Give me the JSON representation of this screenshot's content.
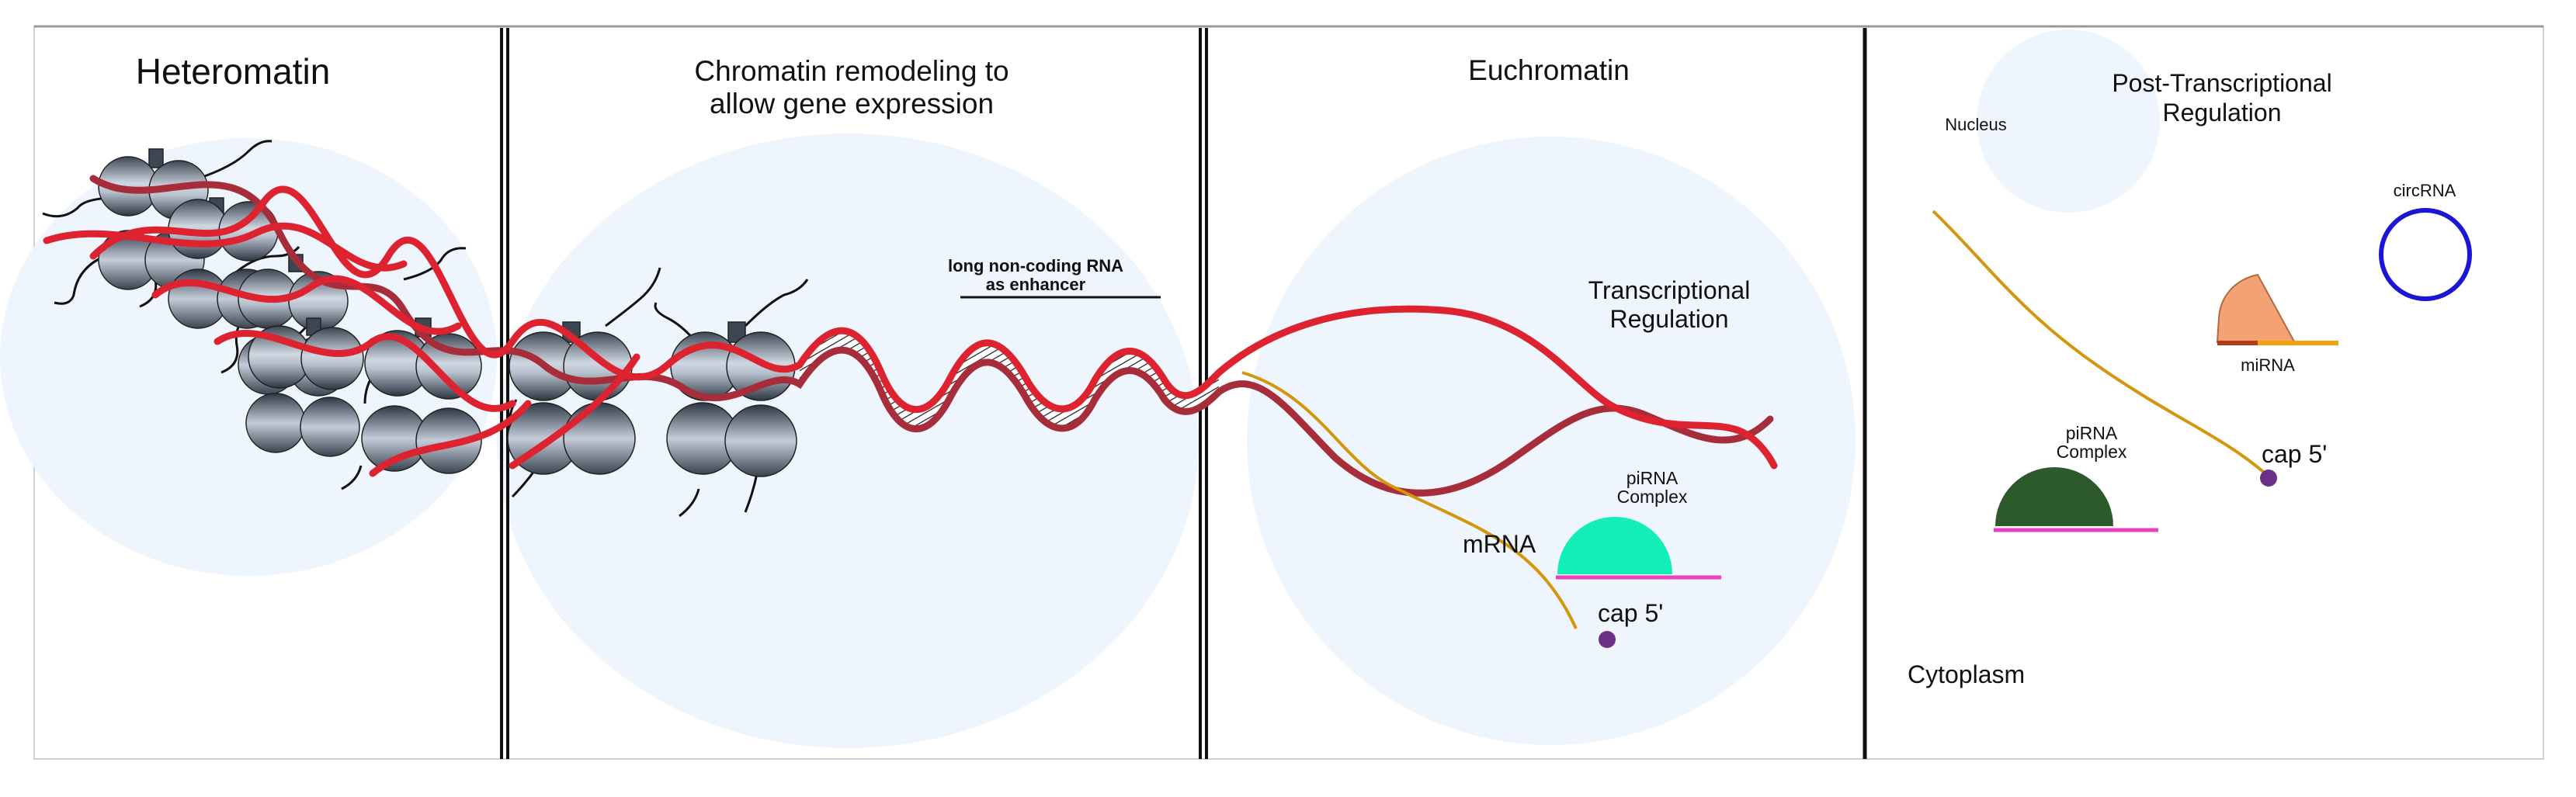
{
  "panels": {
    "heterochromatin": {
      "title": "Heteromatin"
    },
    "remodeling": {
      "title_line1": "Chromatin remodeling to",
      "title_line2": "allow gene expression",
      "lncrna_line1": "long non-coding RNA",
      "lncrna_line2": "as enhancer"
    },
    "euchromatin": {
      "title": "Euchromatin",
      "transcriptional_line1": "Transcriptional",
      "transcriptional_line2": "Regulation",
      "pirna_line1": "piRNA",
      "pirna_line2": "Complex",
      "mrna": "mRNA",
      "cap": "cap 5'"
    },
    "post_transcriptional": {
      "title_line1": "Post-Transcriptional",
      "title_line2": "Regulation",
      "nucleus": "Nucleus",
      "circrna": "circRNA",
      "mirna": "miRNA",
      "pirna_line1": "piRNA",
      "pirna_line2": "Complex",
      "cap": "cap 5'",
      "cytoplasm": "Cytoplasm"
    }
  },
  "colors": {
    "nucleus_fill": "#eef5fc",
    "dna_strand_a": "#dd2230",
    "dna_strand_b": "#a82d3a",
    "mrna": "#d4960f",
    "cap": "#6b2f86",
    "pirna_nuclear": "#12eeb8",
    "pirna_cytoplasm": "#2d5a2b",
    "pirna_base": "#ea3fc1",
    "mirna": "#f3a274",
    "mirna_base": "#f2a20e",
    "circrna": "#1b16d6"
  }
}
